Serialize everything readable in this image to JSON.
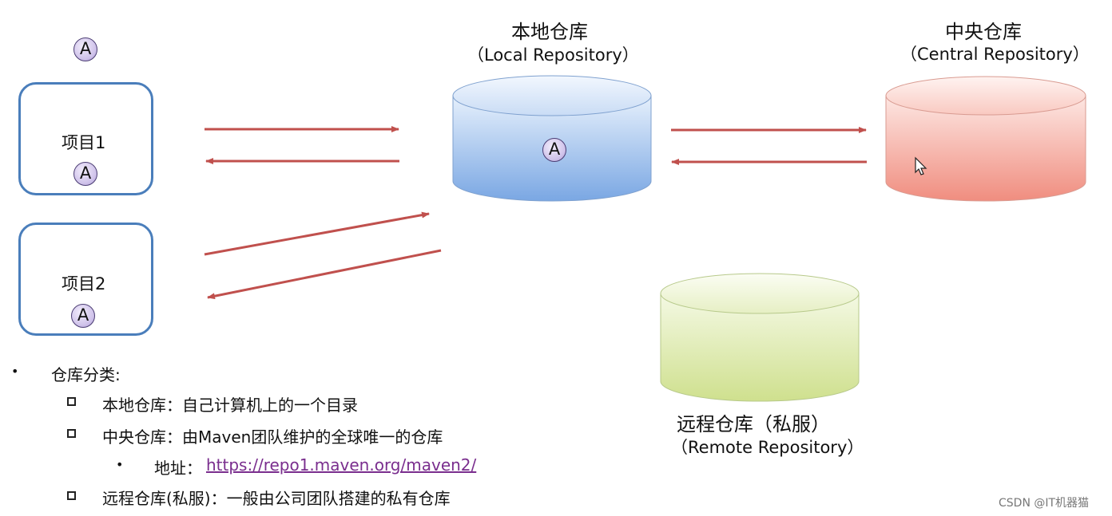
{
  "local_repo": {
    "title": "本地仓库",
    "subtitle": "（Local Repository）",
    "badge": "A"
  },
  "central_repo": {
    "title": "中央仓库",
    "subtitle": "（Central Repository）"
  },
  "remote_repo": {
    "title": "远程仓库（私服）",
    "subtitle": "（Remote Repository）"
  },
  "top_badge": "A",
  "projects": [
    {
      "label": "项目1",
      "badge": "A"
    },
    {
      "label": "项目2",
      "badge": "A"
    }
  ],
  "classification": {
    "heading": "仓库分类:",
    "items": [
      {
        "text": "本地仓库：自己计算机上的一个目录"
      },
      {
        "text": "中央仓库：由Maven团队维护的全球唯一的仓库"
      },
      {
        "text": "远程仓库(私服)：一般由公司团队搭建的私有仓库"
      }
    ],
    "address_label": "地址：",
    "address_url": "https://repo1.maven.org/maven2/"
  },
  "watermark": "CSDN @IT机器猫",
  "colors": {
    "arrow": "#c0504d",
    "local_fill": "#8db3e2",
    "central_fill": "#f4a59a",
    "remote_fill": "#d7e4a3",
    "project_border": "#4a7ebb",
    "badge_fill": "#cfc2ea"
  }
}
